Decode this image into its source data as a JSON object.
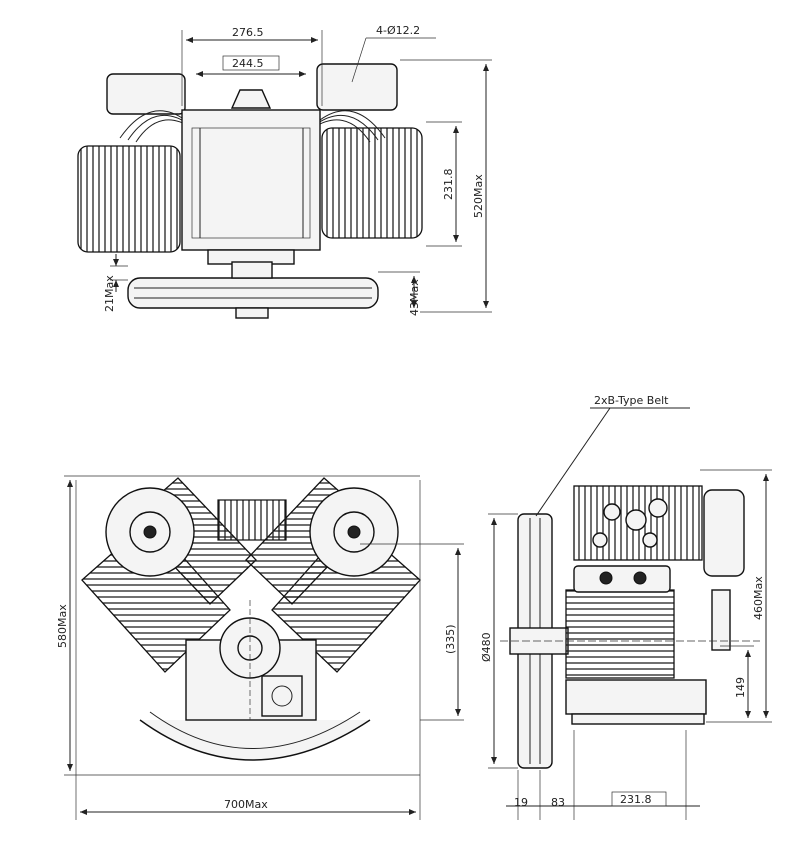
{
  "dimensions": {
    "top_width_outer": "276.5",
    "top_width_inner": "244.5",
    "holes": "4-Ø12.2",
    "height_231": "231.8",
    "height_520": "520Max",
    "left_21": "21Max",
    "right_43": "43Max",
    "front_height": "580Max",
    "front_width": "700Max",
    "front_335": "(335)",
    "side_dia": "Ø480",
    "side_height": "460Max",
    "side_149": "149",
    "side_19": "19",
    "side_83": "83",
    "side_231": "231.8"
  },
  "annotation": {
    "belt": "2xB-Type Belt"
  }
}
